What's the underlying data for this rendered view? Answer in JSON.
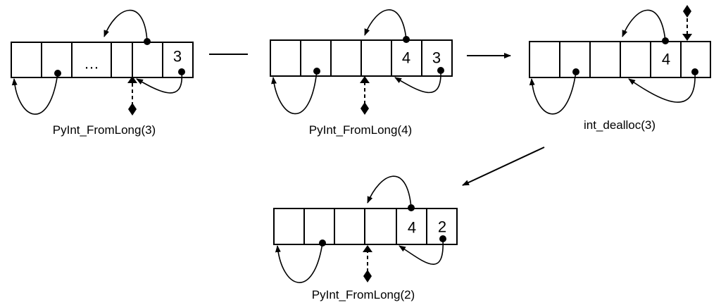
{
  "panels": [
    {
      "id": "step1",
      "caption": "PyInt_FromLong(3)",
      "cells": [
        "",
        "",
        "…",
        "",
        "",
        "3"
      ]
    },
    {
      "id": "step2",
      "caption": "PyInt_FromLong(4)",
      "cells": [
        "",
        "",
        "",
        "",
        "4",
        "3"
      ]
    },
    {
      "id": "step3",
      "caption": "int_dealloc(3)",
      "cells": [
        "",
        "",
        "",
        "",
        "4",
        ""
      ]
    },
    {
      "id": "step4",
      "caption": "PyInt_FromLong(2)",
      "cells": [
        "",
        "",
        "",
        "",
        "4",
        "2"
      ]
    }
  ],
  "colors": {
    "stroke": "#000000",
    "background": "#ffffff"
  },
  "icons": {
    "free-pointer": "diamond-pointer-icon",
    "link-end": "dot-icon"
  }
}
